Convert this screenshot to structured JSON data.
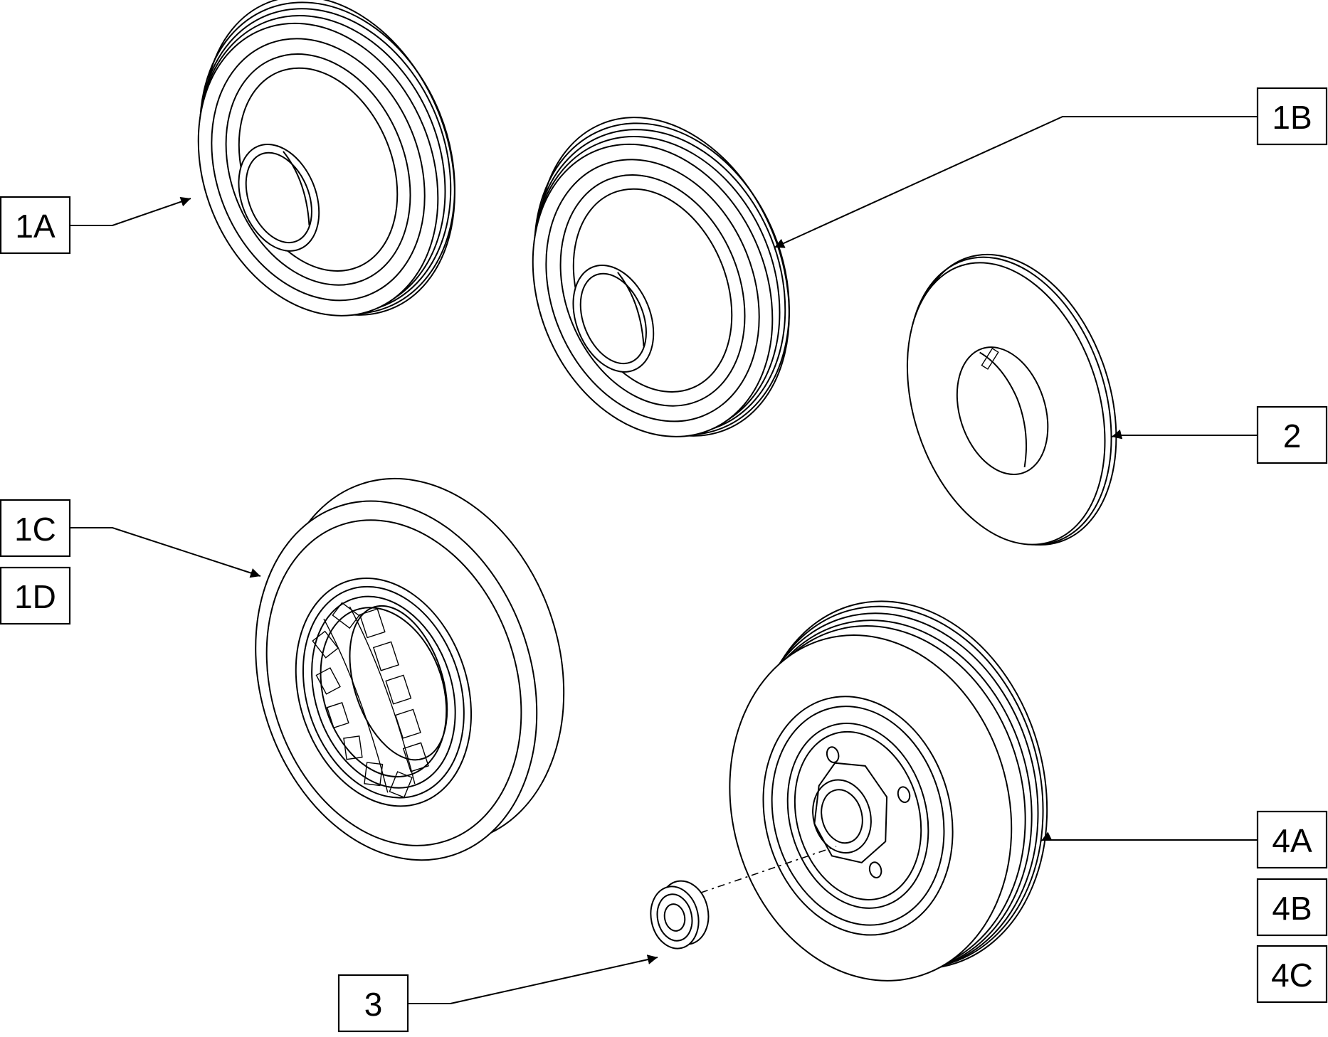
{
  "callouts": {
    "c1A": "1A",
    "c1B": "1B",
    "c2": "2",
    "c1C": "1C",
    "c1D": "1D",
    "c4A": "4A",
    "c4B": "4B",
    "c4C": "4C",
    "c3": "3"
  },
  "parts": [
    "tire-1A",
    "tire-1B",
    "inner-tube-2",
    "wheel-1C-1D",
    "wheel-4A-4B-4C",
    "bearing-3"
  ]
}
